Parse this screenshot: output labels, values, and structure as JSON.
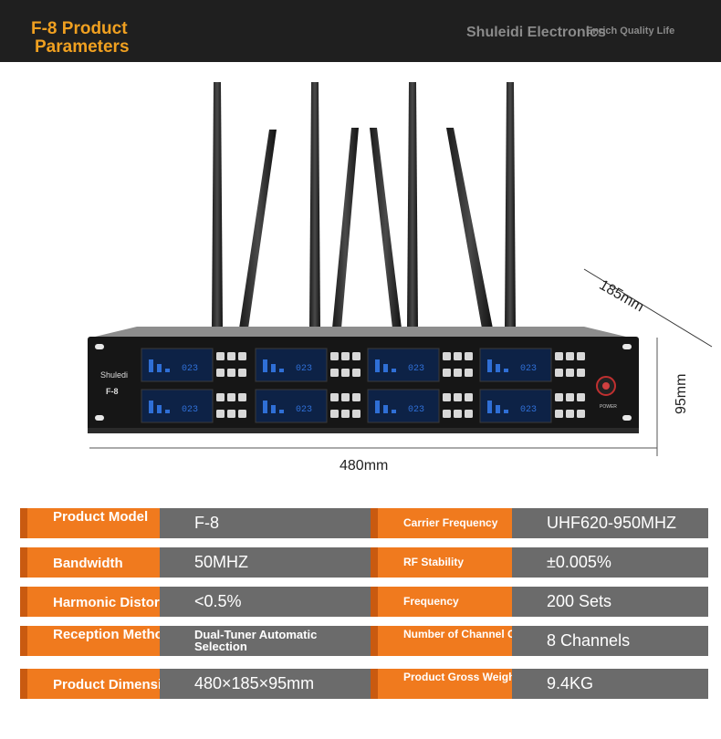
{
  "header": {
    "title_line1": "F-8 Product",
    "title_line2": "Parameters",
    "brand": "Shuleidi Electronics",
    "tagline": "Enrich Quality Life"
  },
  "device": {
    "brand_label": "Shuledi",
    "model_label": "F-8",
    "power_label": "POWER",
    "channel_readout": "023"
  },
  "dimensions": {
    "width": "480mm",
    "depth": "185mm",
    "height": "95mm"
  },
  "specs_left": [
    {
      "label": "Product Model",
      "value": "F-8"
    },
    {
      "label": "Bandwidth",
      "value": "50MHZ"
    },
    {
      "label": "Harmonic Distortion",
      "value": "<0.5%"
    },
    {
      "label": "Reception Method",
      "value": "Dual-Tuner Automatic Selection"
    },
    {
      "label": "Product Dimensions",
      "value": "480×185×95mm"
    }
  ],
  "specs_right": [
    {
      "label": "Carrier Frequency",
      "value": "UHF620-950MHZ"
    },
    {
      "label": "RF Stability",
      "value": "±0.005%"
    },
    {
      "label": "Frequency",
      "value": "200 Sets"
    },
    {
      "label": "Number of Channel Groups",
      "value": "8 Channels"
    },
    {
      "label": "Product Gross Weight",
      "value": "9.4KG"
    }
  ],
  "colors": {
    "label_bg": "#f07a1e",
    "value_bg": "#6b6b6b",
    "header_bg": "#1f1f1f",
    "title": "#f0a020",
    "lcd": "#2f6fd6"
  }
}
